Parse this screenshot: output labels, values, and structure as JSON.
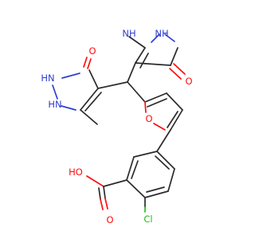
{
  "molecule": {
    "labels": {
      "nh_top_1": "NH",
      "nh_top_2": "NH",
      "o_top": "O",
      "o_left": "O",
      "nh_left_1": "HN",
      "nh_left_2": "HN",
      "o_furan": "O",
      "oh": "HO",
      "o_acid": "O",
      "cl": "Cl"
    },
    "colors": {
      "carbon": "#2b2b2b",
      "oxygen": "#ff0d0d",
      "nitrogen": "#2f3fd0",
      "chlorine": "#1fbf1f"
    }
  }
}
